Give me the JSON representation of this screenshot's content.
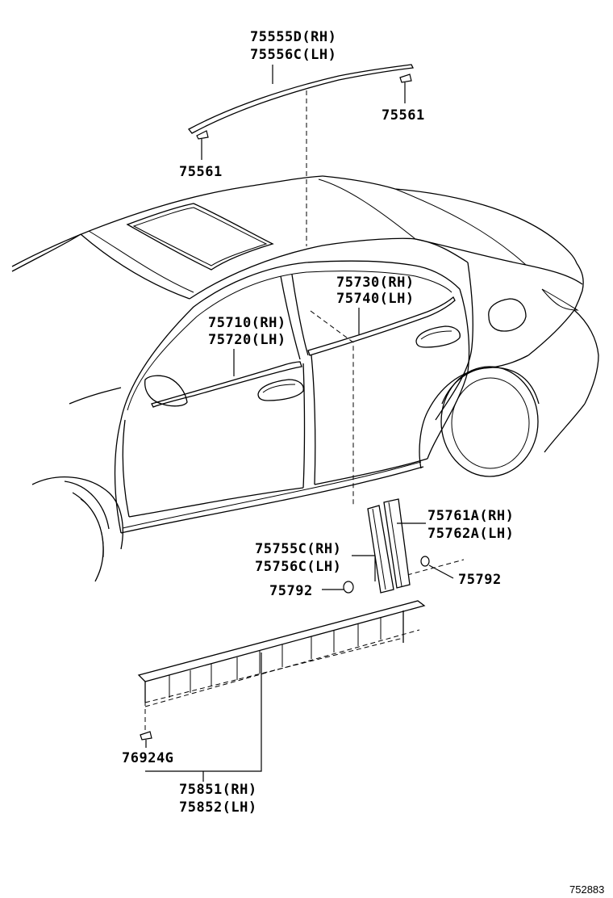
{
  "labels": {
    "roof_molding_rh": "75555D(RH)",
    "roof_molding_lh": "75556C(LH)",
    "clip_top_right": "75561",
    "clip_top_left": "75561",
    "front_belt_rh": "75710(RH)",
    "front_belt_lh": "75720(LH)",
    "rear_belt_rh": "75730(RH)",
    "rear_belt_lh": "75740(LH)",
    "pillar_garnish_rh": "75761A(RH)",
    "pillar_garnish_lh": "75762A(LH)",
    "center_pillar_rh": "75755C(RH)",
    "center_pillar_lh": "75756C(LH)",
    "clip_right": "75792",
    "clip_left": "75792",
    "rocker_clip": "76924G",
    "rocker_molding_rh": "75851(RH)",
    "rocker_molding_lh": "75852(LH)",
    "diagram_ref": "752883"
  }
}
